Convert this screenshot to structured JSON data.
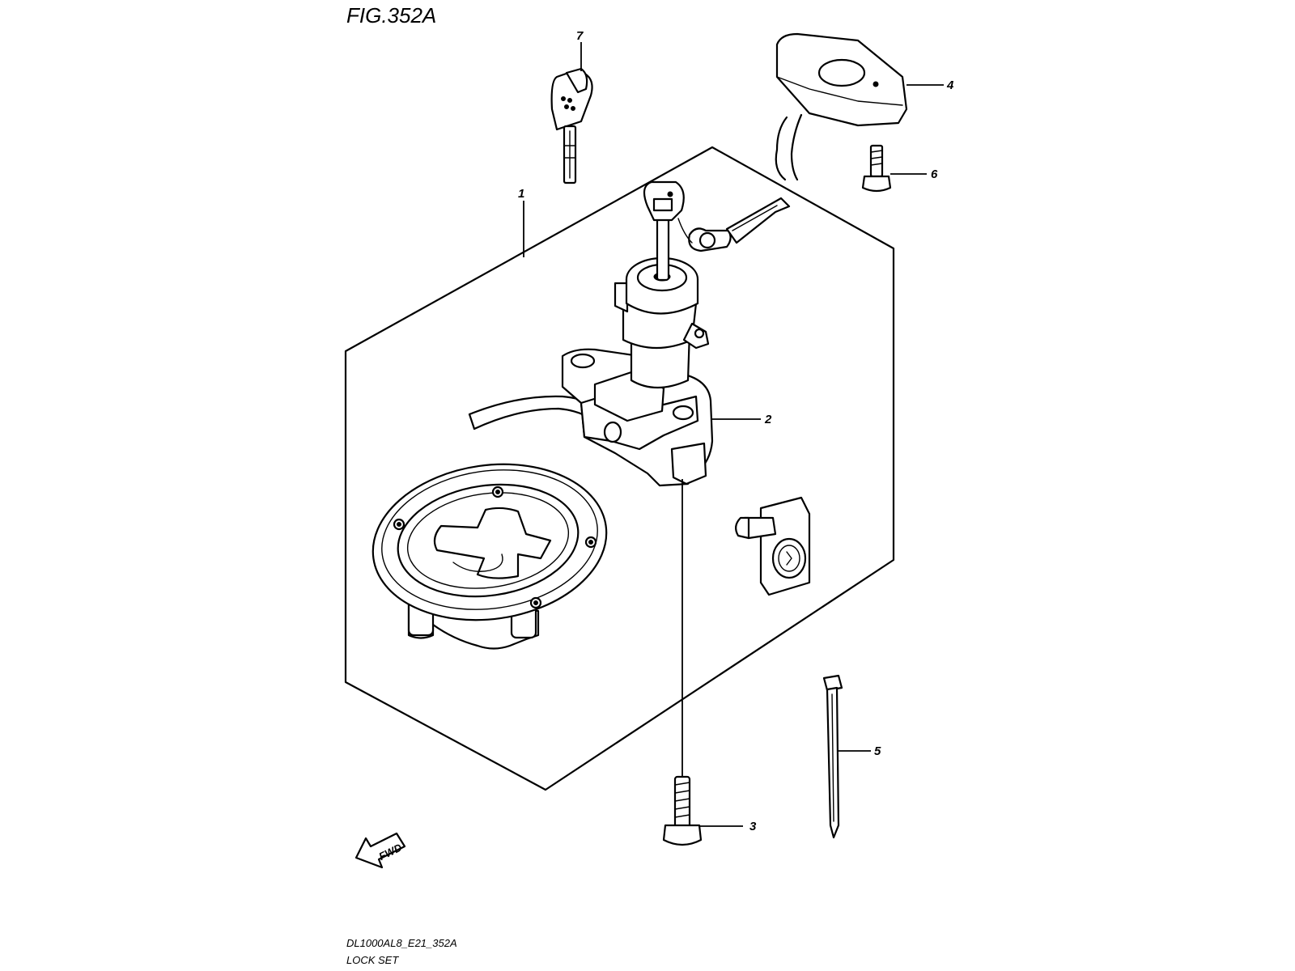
{
  "figure": {
    "title": "FIG.352A",
    "drawing_code": "DL1000AL8_E21_352A",
    "section_name": "LOCK SET",
    "direction_label": "FWD"
  },
  "callouts": [
    "1",
    "2",
    "3",
    "4",
    "5",
    "6",
    "7"
  ]
}
